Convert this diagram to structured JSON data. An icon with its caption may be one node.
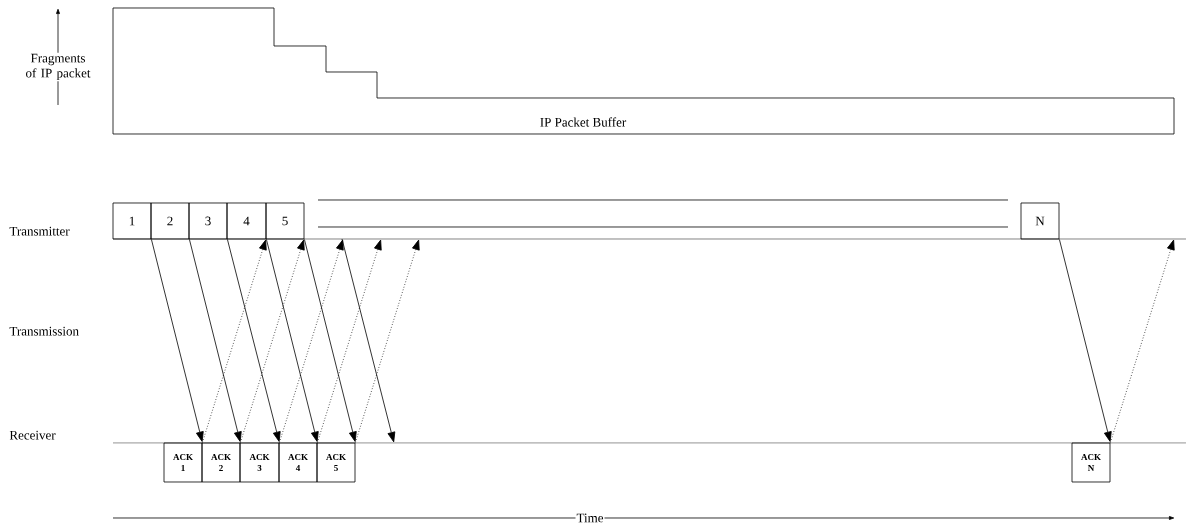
{
  "diagram": {
    "nodes": [
      {
        "text": [
          "IP Packet Buffer"
        ]
      },
      {
        "text": [
          "1"
        ]
      },
      {
        "text": [
          "2"
        ]
      },
      {
        "text": [
          "3"
        ]
      },
      {
        "text": [
          "4"
        ]
      },
      {
        "text": [
          "5"
        ]
      },
      {
        "text": [
          "N"
        ]
      },
      {
        "text": [
          "ACK 1"
        ]
      },
      {
        "text": [
          "ACK 2"
        ]
      },
      {
        "text": [
          "ACK 3"
        ]
      },
      {
        "text": [
          "ACK 4"
        ]
      },
      {
        "text": [
          "ACK 5"
        ]
      },
      {
        "text": [
          "ACK N"
        ]
      }
    ],
    "edges": [
      {
        "from": 1,
        "to": 7,
        "arrow": "to"
      },
      {
        "from": 2,
        "to": 8,
        "arrow": "to"
      },
      {
        "from": 3,
        "to": 9,
        "arrow": "to"
      },
      {
        "from": 4,
        "to": 10,
        "arrow": "to"
      },
      {
        "from": 5,
        "to": 11,
        "arrow": "to"
      },
      {
        "from": 6,
        "to": 12,
        "arrow": "to"
      },
      {
        "from": 7,
        "to": 5,
        "arrow": "to",
        "style": "dashed"
      },
      {
        "from": 8,
        "to": 5,
        "arrow": "to",
        "style": "dashed"
      },
      {
        "from": 9,
        "to": null,
        "arrow": "to",
        "style": "dashed"
      },
      {
        "from": 10,
        "to": null,
        "arrow": "to",
        "style": "dashed"
      },
      {
        "from": 11,
        "to": null,
        "arrow": "to",
        "style": "dashed"
      },
      {
        "from": 12,
        "to": null,
        "arrow": "to",
        "style": "dashed"
      }
    ],
    "labels": [
      "Fragments of IP packet",
      "Transmitter",
      "Transmission",
      "Receiver",
      "Time"
    ]
  }
}
